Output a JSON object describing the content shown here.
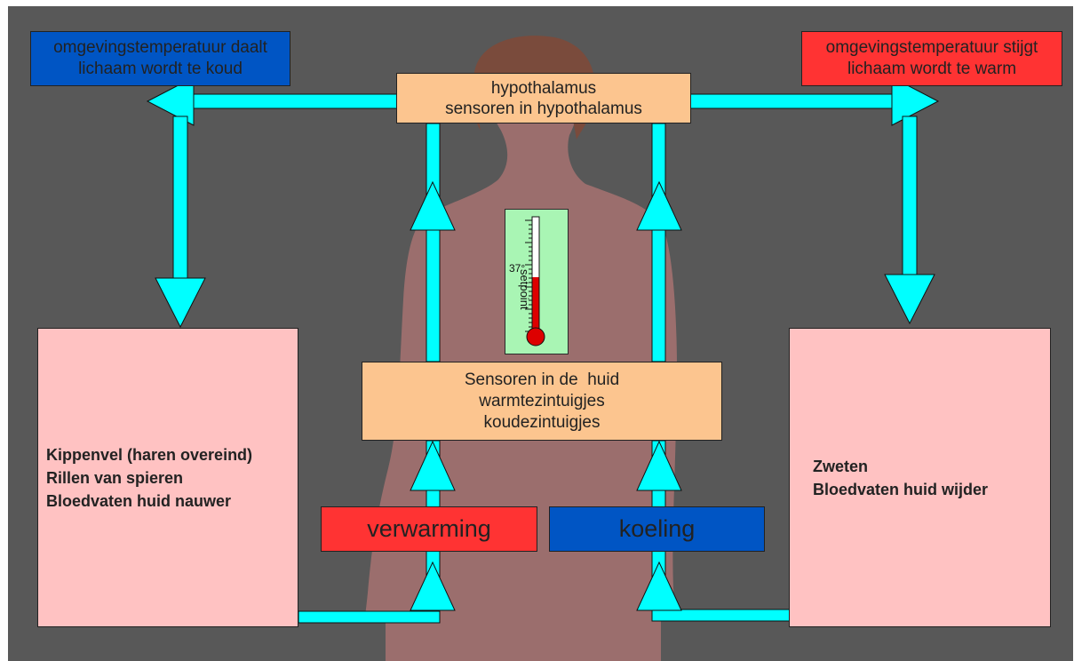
{
  "colors": {
    "background": "#585858",
    "body_silhouette": "#9b6e6d",
    "hair": "#7a4b3c",
    "arrow": "#00ffff",
    "orange_box": "#fcc58f",
    "pink_box": "#ffc2c2",
    "red": "#ff3333",
    "blue": "#0055c4",
    "thermometer_panel": "#a9f5b4",
    "mercury": "#dd0000"
  },
  "environment": {
    "cold": {
      "line1": "omgevingstemperatuur daalt",
      "line2": "lichaam wordt te koud"
    },
    "warm": {
      "line1": "omgevingstemperatuur stijgt",
      "line2": "lichaam wordt te warm"
    }
  },
  "hypothalamus": {
    "line1": "hypothalamus",
    "line2": "sensoren in hypothalamus"
  },
  "thermometer": {
    "temp_label": "37°",
    "setpoint_label": "setpoint"
  },
  "skin_sensors": {
    "line1": "Sensoren in de  huid",
    "line2": "warmtezintuigjes",
    "line3": "koudezintuigjes"
  },
  "actions": {
    "heating": "verwarming",
    "cooling": "koeling"
  },
  "responses": {
    "cold": [
      "Kippenvel (haren overeind)",
      "Rillen van spieren",
      "Bloedvaten huid nauwer"
    ],
    "warm": [
      "Zweten",
      "Bloedvaten huid wijder"
    ]
  }
}
